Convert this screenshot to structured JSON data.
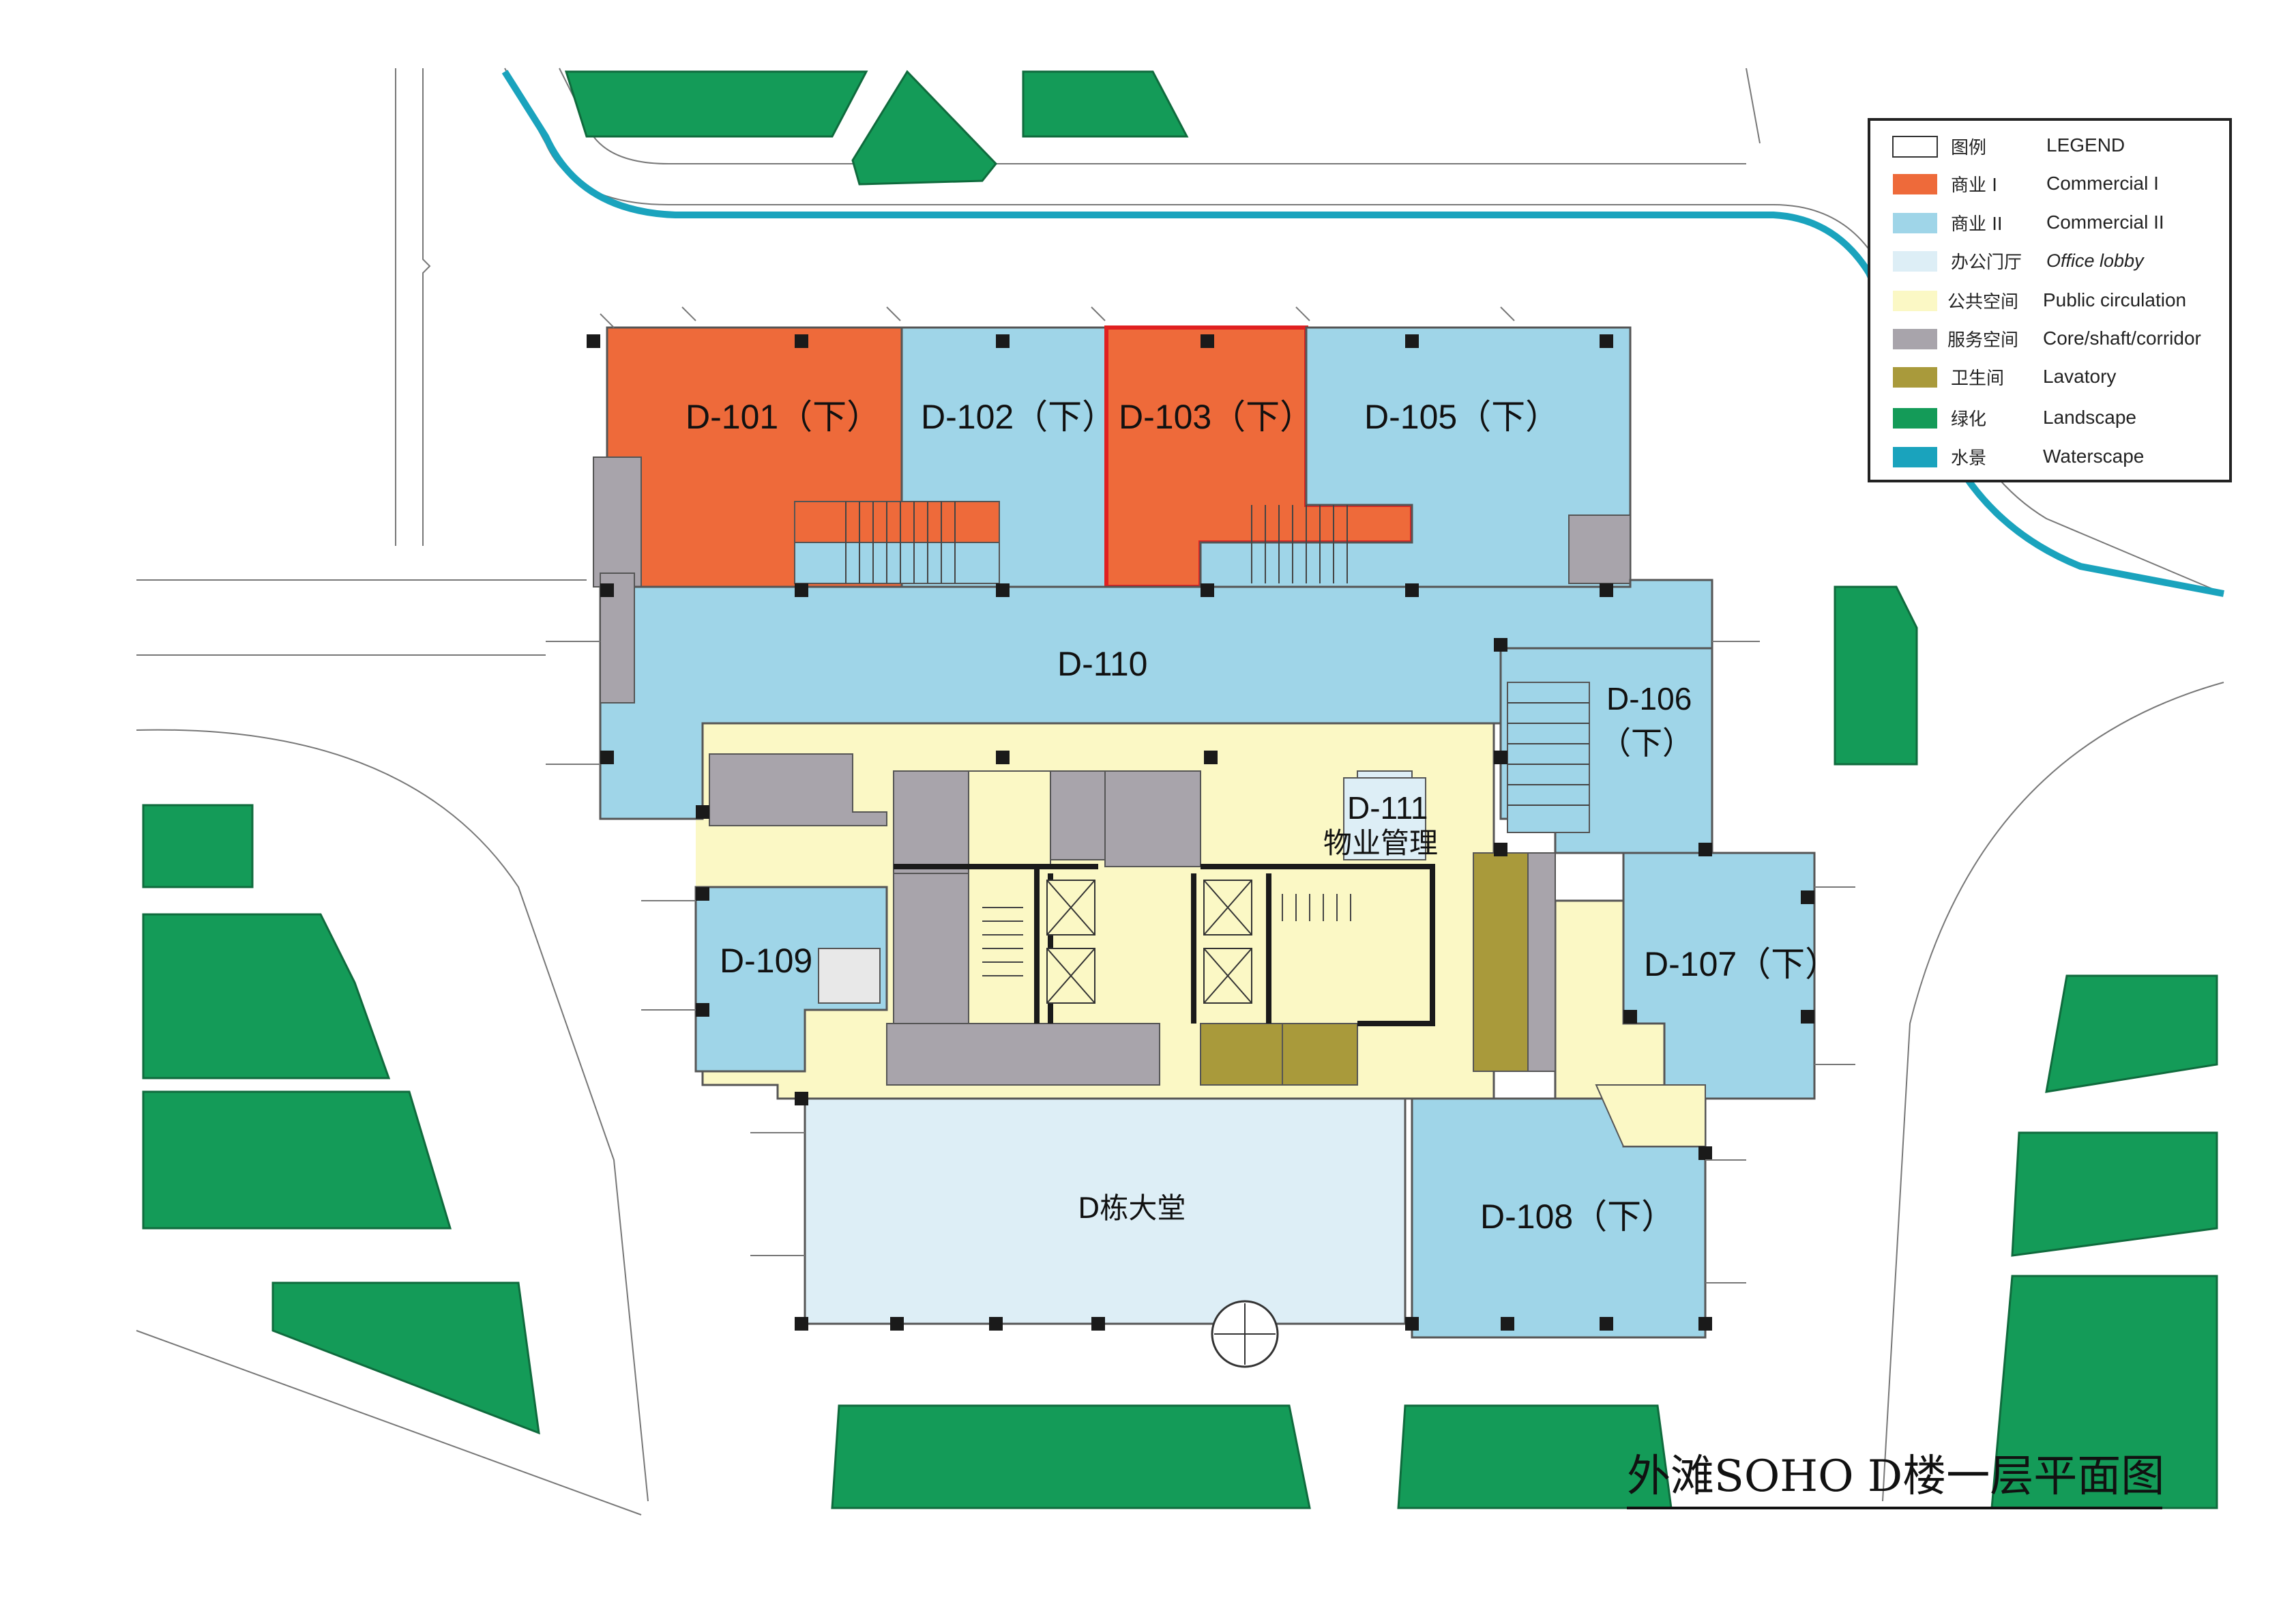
{
  "title": "外滩SOHO D楼一层平面图",
  "rooms": {
    "d101": "D-101（下）",
    "d102": "D-102（下）",
    "d103": "D-103（下）",
    "d105": "D-105（下）",
    "d110": "D-110",
    "d106_a": "D-106",
    "d106_b": "（下）",
    "d111_a": "D-111",
    "d111_b": "物业管理",
    "d109": "D-109",
    "d107": "D-107（下）",
    "d108": "D-108（下）",
    "lobby": "D栋大堂"
  },
  "legend": {
    "header_cn": "图例",
    "header_en": "LEGEND",
    "items": [
      {
        "cn": "商业 I",
        "en": "Commercial I",
        "color": "#ee6a3a"
      },
      {
        "cn": "商业 II",
        "en": "Commercial II",
        "color": "#9fd5e8"
      },
      {
        "cn": "办公门厅",
        "en": "Office lobby",
        "color": "#ddeef6"
      },
      {
        "cn": "公共空间",
        "en": "Public circulation",
        "color": "#fbf8c5"
      },
      {
        "cn": "服务空间",
        "en": "Core/shaft/corridor",
        "color": "#a8a4ab"
      },
      {
        "cn": "卫生间",
        "en": "Lavatory",
        "color": "#a99a3b"
      },
      {
        "cn": "绿化",
        "en": "Landscape",
        "color": "#149b58"
      },
      {
        "cn": "水景",
        "en": "Waterscape",
        "color": "#1aa3bd"
      }
    ]
  },
  "colors": {
    "commercial1": "#ee6a3a",
    "commercial2": "#9fd5e8",
    "lobby": "#ddeef6",
    "public": "#fbf8c5",
    "service": "#a8a4ab",
    "lavatory": "#a99a3b",
    "landscape": "#149b58",
    "water": "#1aa3bd",
    "highlight": "#e02020"
  }
}
